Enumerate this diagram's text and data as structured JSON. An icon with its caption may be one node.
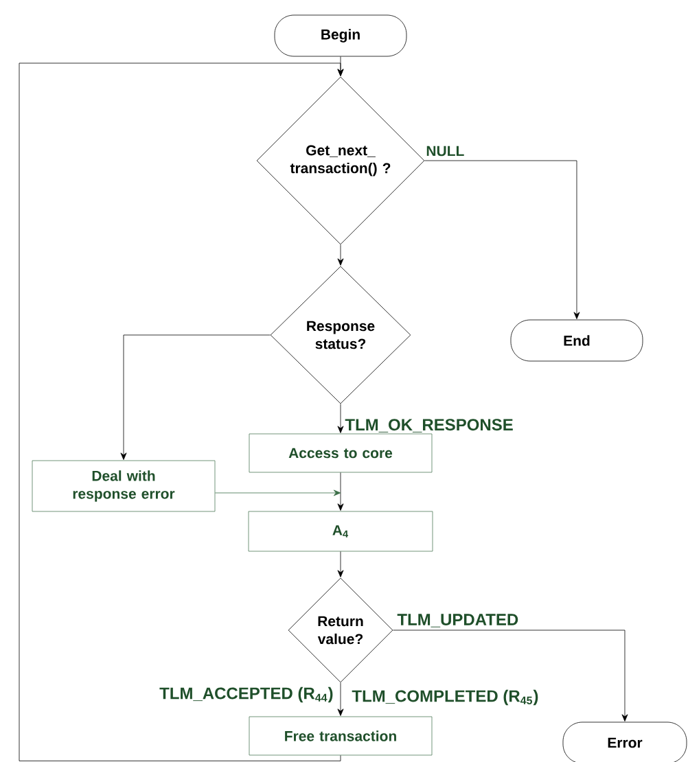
{
  "diagram": {
    "nodes": [
      {
        "text": [
          "Begin"
        ]
      },
      {
        "text": [
          "Get_next_transaction() ?"
        ]
      },
      {
        "text": [
          "Response status?"
        ]
      },
      {
        "text": [
          "End"
        ]
      },
      {
        "text": [
          "Access to core"
        ]
      },
      {
        "text": [
          "Deal with response error"
        ]
      },
      {
        "text": [
          "A$_{4}$"
        ]
      },
      {
        "text": [
          "Return value?"
        ]
      },
      {
        "text": [
          "Free transaction"
        ]
      },
      {
        "text": [
          "Error"
        ]
      }
    ],
    "edges": [
      {
        "from": 0,
        "to": 1,
        "arrow": "to"
      },
      {
        "from": 1,
        "to": 2,
        "arrow": "to"
      },
      {
        "from": 1,
        "to": 3,
        "arrow": "to",
        "label": "NULL"
      },
      {
        "from": 2,
        "to": 5,
        "arrow": "to"
      },
      {
        "from": 2,
        "to": 4,
        "arrow": "to",
        "label": "TLM_OK_RESPONSE"
      },
      {
        "from": 4,
        "to": 6,
        "arrow": "to"
      },
      {
        "from": 5,
        "to": 6,
        "arrow": "to",
        "color": "#3b6e47"
      },
      {
        "from": 6,
        "to": 7,
        "arrow": "to"
      },
      {
        "from": 7,
        "to": 9,
        "arrow": "to",
        "label": "TLM_UPDATED"
      },
      {
        "from": 7,
        "to": 8,
        "arrow": "to",
        "label": "TLM_ACCEPTED (R$_{44}$)"
      },
      {
        "from": 8,
        "to": 1,
        "arrow": "to"
      }
    ],
    "labels": [
      "TLM_COMPLETED (R$_{45}$)"
    ]
  }
}
